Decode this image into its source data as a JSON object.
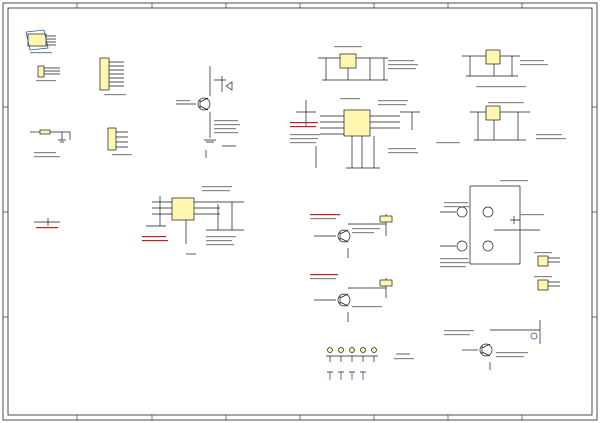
{
  "diagram": {
    "type": "electrical-schematic",
    "sheet_colors": {
      "background": "#ffffff",
      "wire": "#1a1a1a",
      "bus": "#2a54a8",
      "component_body": "#fff7b0",
      "highlight_text": "#c21e1e"
    },
    "components": [
      {
        "name": "usb-connector"
      },
      {
        "name": "pin-header-8"
      },
      {
        "name": "pin-header-4"
      },
      {
        "name": "resistor-r1"
      },
      {
        "name": "transistor-q1"
      },
      {
        "name": "regulator-u1"
      },
      {
        "name": "regulator-u2"
      },
      {
        "name": "controller-u3"
      },
      {
        "name": "regulator-u4"
      },
      {
        "name": "driver-u5"
      },
      {
        "name": "transistor-q2"
      },
      {
        "name": "transistor-q3"
      },
      {
        "name": "bridge-q4"
      },
      {
        "name": "bridge-q5"
      },
      {
        "name": "bridge-q6"
      },
      {
        "name": "bridge-q7"
      },
      {
        "name": "transistor-q8"
      },
      {
        "name": "led-array"
      },
      {
        "name": "connector-j1"
      },
      {
        "name": "connector-j2"
      }
    ]
  }
}
